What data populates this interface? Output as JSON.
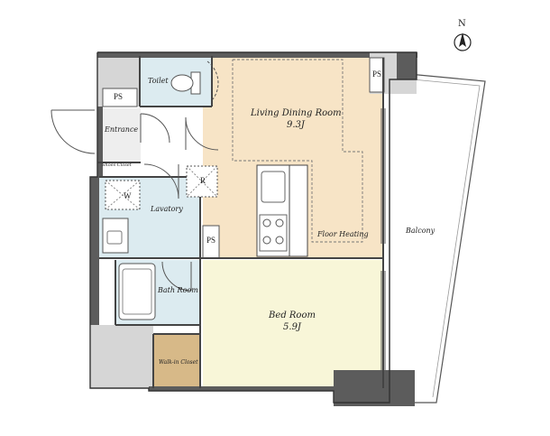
{
  "compass": {
    "north_label": "N"
  },
  "rooms": {
    "ldk": {
      "name": "Living Dining Room",
      "size": "9.3J"
    },
    "bedroom": {
      "name": "Bed Room",
      "size": "5.9J"
    },
    "toilet": {
      "name": "Toilet"
    },
    "entrance": {
      "name": "Entrance"
    },
    "shoes_closet": {
      "name": "Shoes Closet"
    },
    "lavatory": {
      "name": "Lavatory"
    },
    "bath": {
      "name": "Bath Room"
    },
    "walkin": {
      "name": "Walk-in Closet"
    },
    "balcony": {
      "name": "Balcony"
    }
  },
  "annotations": {
    "floor_heating": "Floor Heating",
    "ps_top_left": "PS",
    "ps_top_right": "PS",
    "ps_mid": "PS",
    "washer": "W",
    "fridge": "R"
  },
  "colors": {
    "ldk_floor": "#f7e4c6",
    "bedroom_floor": "#f8f6d8",
    "wet_area": "#dcebf0",
    "walkin_floor": "#d7b988",
    "wall": "#5c5c5c",
    "shade": "#d6d6d6"
  }
}
